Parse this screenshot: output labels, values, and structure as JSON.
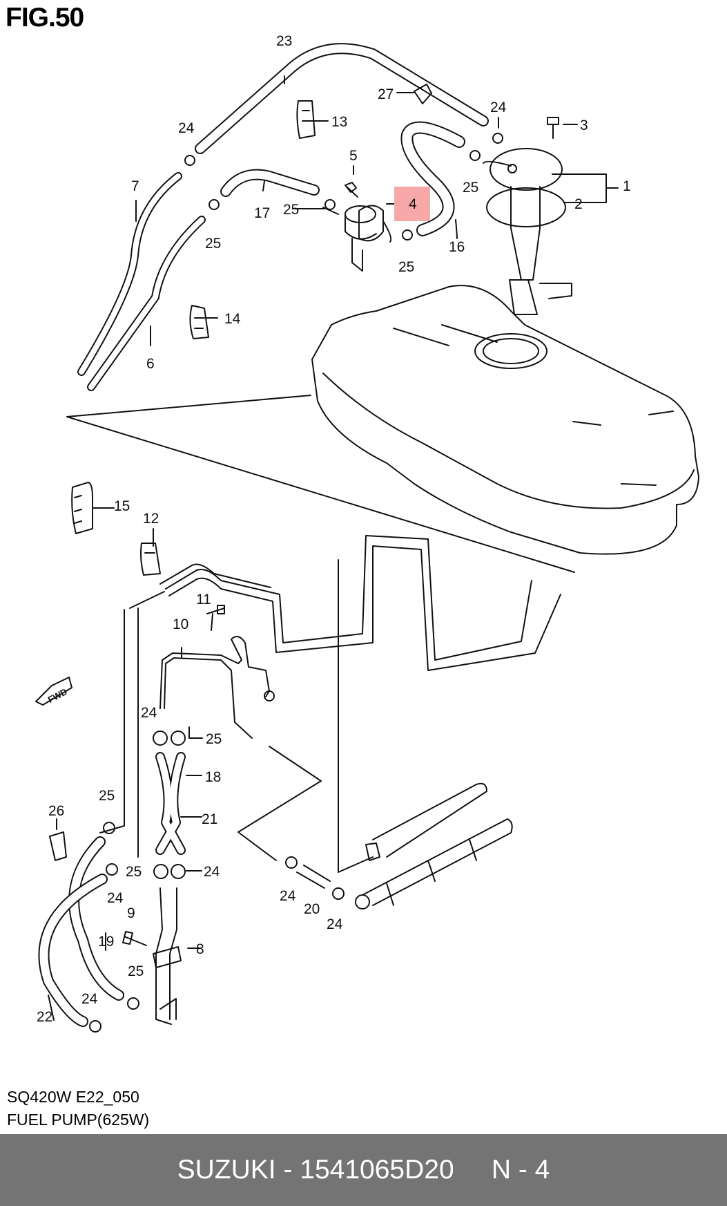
{
  "figure": {
    "title": "FIG.50",
    "model_code": "SQ420W E22_050",
    "section_name": "FUEL PUMP(625W)"
  },
  "callouts": [
    "1",
    "2",
    "3",
    "4",
    "5",
    "6",
    "7",
    "8",
    "9",
    "10",
    "11",
    "12",
    "13",
    "14",
    "15",
    "16",
    "17",
    "18",
    "19",
    "20",
    "21",
    "22",
    "23",
    "24",
    "25",
    "26",
    "27"
  ],
  "direction_marker": "FWD",
  "highlighted_part": "4",
  "highlight_color": "#f7a9a9",
  "footer": {
    "text": "SUZUKI - 1541065D20     N - 4",
    "background": "#747474"
  }
}
